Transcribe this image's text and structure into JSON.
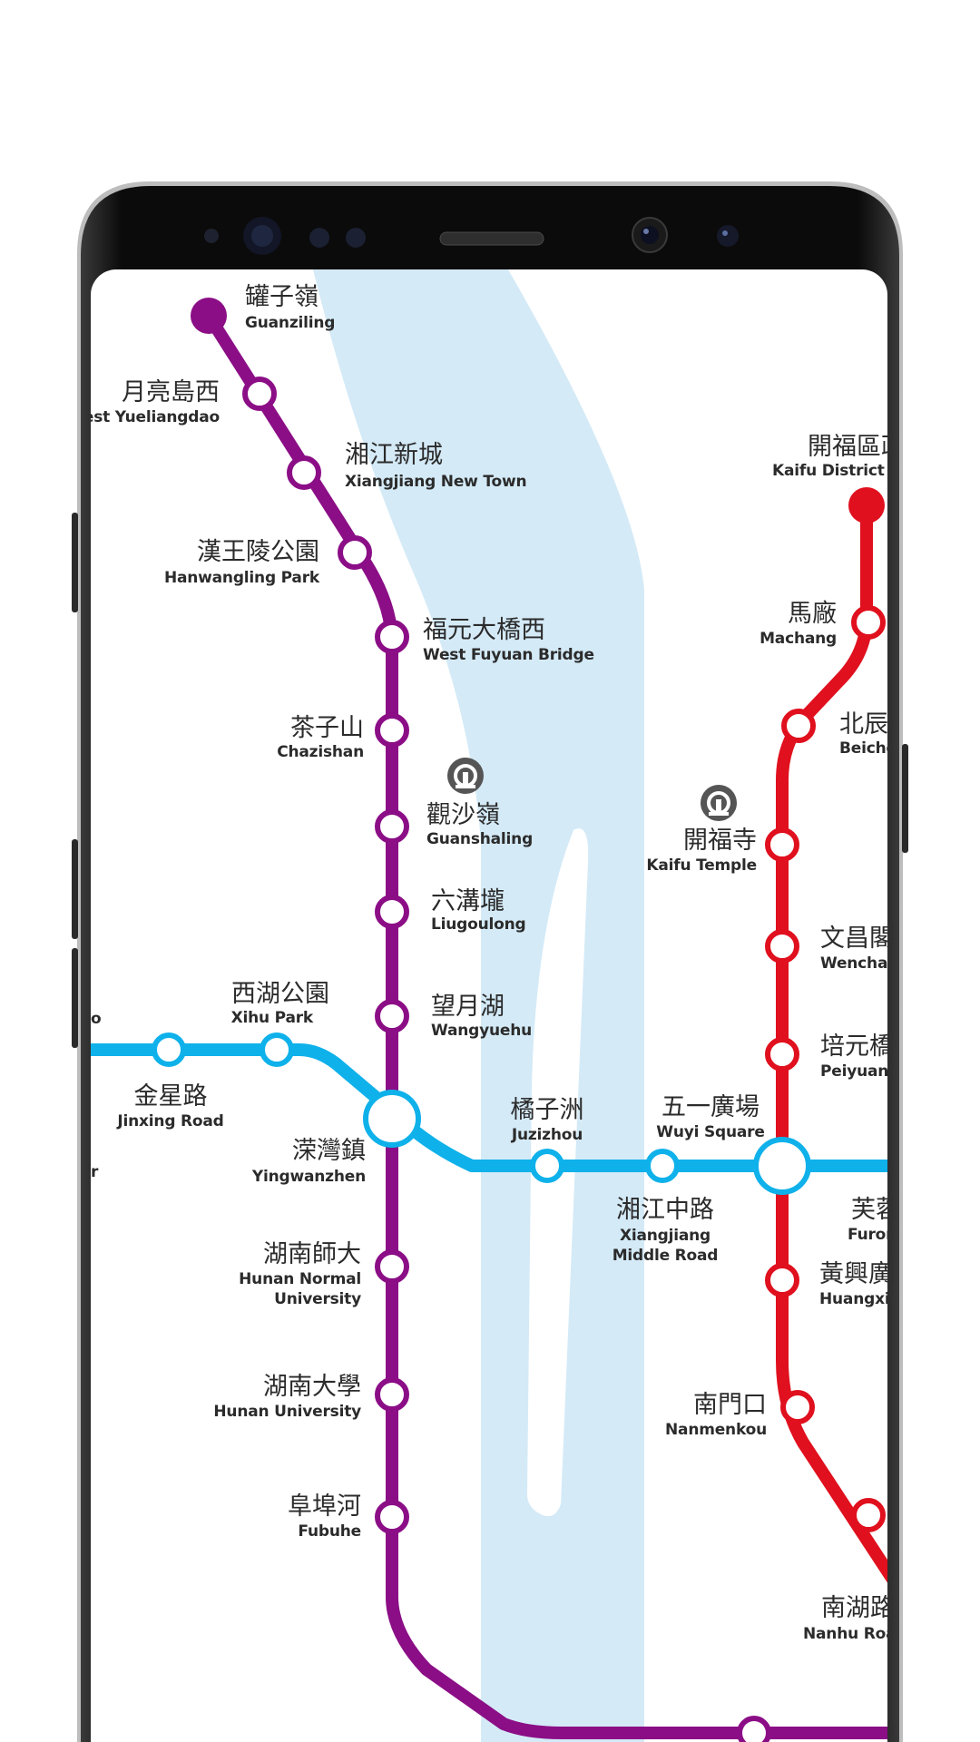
{
  "colors": {
    "line_purple": "#8B0E86",
    "line_red": "#E0101E",
    "line_blue": "#0FB1EA",
    "river": "#D4EAF7",
    "phone_bezel": "#0b0b0b"
  },
  "icons": {
    "railway_station": "railway-station-icon"
  },
  "stations": {
    "guanziling": {
      "zh": "罐子嶺",
      "en": "Guanziling"
    },
    "yueliangdao": {
      "zh": "月亮島西",
      "en": "est Yueliangdao"
    },
    "xiangjiang_new_town": {
      "zh": "湘江新城",
      "en": "Xiangjiang New Town"
    },
    "hanwangling": {
      "zh": "漢王陵公園",
      "en": "Hanwangling Park"
    },
    "west_fuyuan": {
      "zh": "福元大橋西",
      "en": "West Fuyuan Bridge"
    },
    "chazishan": {
      "zh": "茶子山",
      "en": "Chazishan"
    },
    "guanshaling": {
      "zh": "觀沙嶺",
      "en": "Guanshaling"
    },
    "liugoulong": {
      "zh": "六溝壠",
      "en": "Liugoulong"
    },
    "wangyuehu": {
      "zh": "望月湖",
      "en": "Wangyuehu"
    },
    "xihu_park": {
      "zh": "西湖公園",
      "en": "Xihu Park"
    },
    "jinxing_road": {
      "zh": "金星路",
      "en": "Jinxing Road"
    },
    "yingwanzhen": {
      "zh": "溁灣鎮",
      "en": "Yingwanzhen"
    },
    "juzizhou": {
      "zh": "橘子洲",
      "en": "Juzizhou"
    },
    "wuyi_square": {
      "zh": "五一廣場",
      "en": "Wuyi Square"
    },
    "xiangjiang_middle": {
      "zh": "湘江中路",
      "en1": "Xiangjiang",
      "en2": "Middle Road"
    },
    "hunan_normal": {
      "zh": "湖南師大",
      "en1": "Hunan Normal",
      "en2": "University"
    },
    "hunan_university": {
      "zh": "湖南大學",
      "en": "Hunan University"
    },
    "fubuhe": {
      "zh": "阜埠河",
      "en": "Fubuhe"
    },
    "kaifu_district": {
      "zh": "開福區政",
      "en": "Kaifu District G"
    },
    "machang": {
      "zh": "馬廠",
      "en": "Machang"
    },
    "beichen": {
      "zh": "北辰",
      "en": "Beiche"
    },
    "kaifu_temple": {
      "zh": "開福寺",
      "en": "Kaifu Temple"
    },
    "wenchang": {
      "zh": "文昌閣",
      "en": "Wenchan"
    },
    "peiyuan": {
      "zh": "培元橋",
      "en": "Peiyuanq"
    },
    "furong": {
      "zh": "芙蓉",
      "en": "Furon"
    },
    "huangxing": {
      "zh": "黃興廣",
      "en": "Huangxin"
    },
    "nanmenkou": {
      "zh": "南門口",
      "en": "Nanmenkou"
    },
    "nanhu_road": {
      "zh": "南湖路",
      "en": "Nanhu Roa"
    },
    "edge_o": {
      "en": "o"
    },
    "edge_r": {
      "en": "r"
    }
  }
}
